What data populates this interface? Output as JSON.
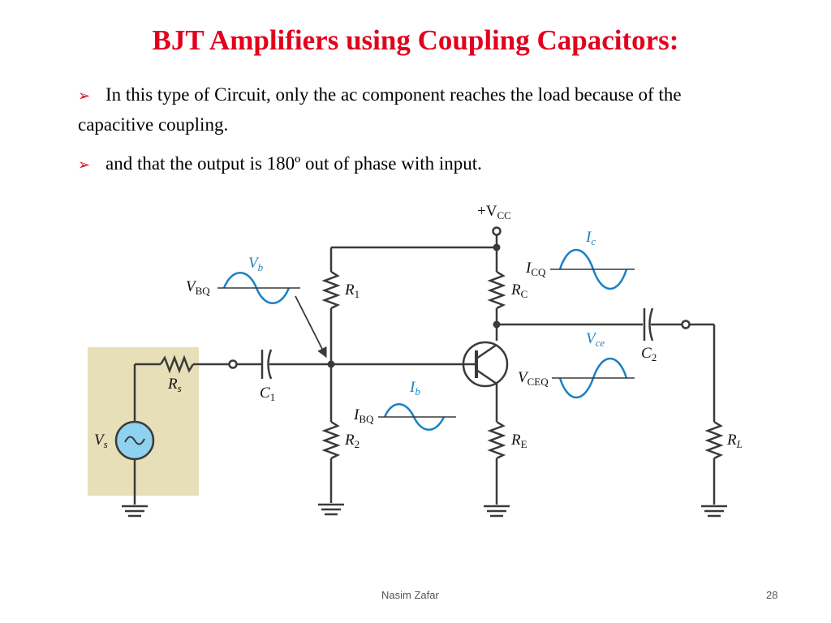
{
  "slide": {
    "title": "BJT Amplifiers using Coupling Capacitors:",
    "bullets": [
      "In this type of Circuit, only the ac component reaches the load because of the capacitive coupling.",
      "and that the output is 180º out of phase with input."
    ],
    "bullet_icon": "arrowhead-bullet-icon",
    "footer_author": "Nasim Zafar",
    "page_number": "28"
  },
  "circuit": {
    "labels": {
      "vcc_sym": "+V",
      "vcc_sub": "CC",
      "vb_sym": "V",
      "vb_sub": "b",
      "vbq_sym": "V",
      "vbq_sub": "BQ",
      "r1_sym": "R",
      "r1_sub": "1",
      "r2_sym": "R",
      "r2_sub": "2",
      "rs_sym": "R",
      "rs_sub": "s",
      "c1_sym": "C",
      "c1_sub": "1",
      "vs_sym": "V",
      "vs_sub": "s",
      "ibq_sym": "I",
      "ibq_sub": "BQ",
      "ib_sym": "I",
      "ib_sub": "b",
      "ic_sym": "I",
      "ic_sub": "c",
      "icq_sym": "I",
      "icq_sub": "CQ",
      "rc_sym": "R",
      "rc_sub": "C",
      "vce_sym": "V",
      "vce_sub": "ce",
      "c2_sym": "C",
      "c2_sub": "2",
      "vceq_sym": "V",
      "vceq_sub": "CEQ",
      "re_sym": "R",
      "re_sub": "E",
      "rl_sym": "R",
      "rl_sub": "L"
    },
    "colors": {
      "wire": "#3a3a3a",
      "signal_wave": "#1a80c4",
      "source_box": "#e6dfb8",
      "source_circle": "#8fd2f0",
      "title_red": "#e3001b"
    }
  }
}
